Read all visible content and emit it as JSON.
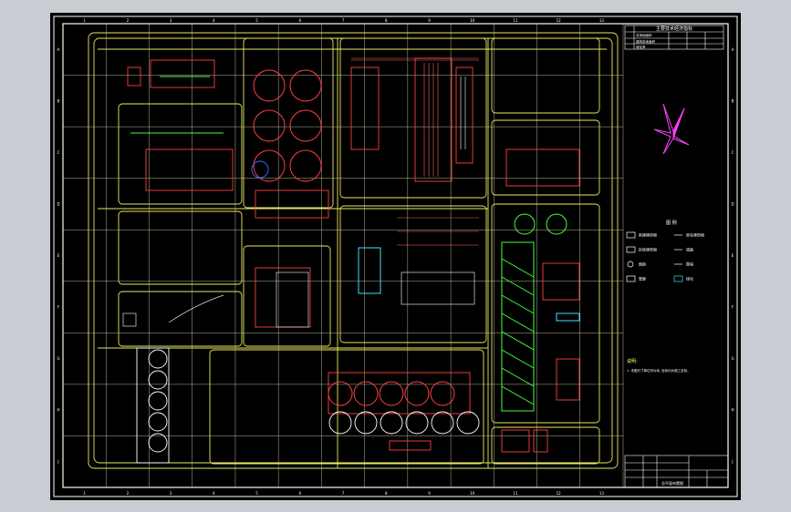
{
  "title_block": {
    "header": "主要技术经济指标",
    "rows": [
      "总用地面积",
      "建筑用地面积",
      "绿化率"
    ],
    "drawing_title": "总平面布置图"
  },
  "legend": {
    "heading": "图 例",
    "items": [
      {
        "label": "新建建筑物",
        "symbol": "box"
      },
      {
        "label": "原有建筑物",
        "symbol": "line"
      },
      {
        "label": "拆除建筑物",
        "symbol": "box"
      },
      {
        "label": "道路",
        "symbol": "line"
      },
      {
        "label": "烟囱",
        "symbol": "circle"
      },
      {
        "label": "围墙",
        "symbol": "line"
      },
      {
        "label": "管廊",
        "symbol": "box"
      },
      {
        "label": "绿化",
        "symbol": "box"
      }
    ]
  },
  "notes": {
    "heading": "说明:",
    "lines": [
      "1. 本图尺寸单位均为米, 坐标均为施工坐标。"
    ]
  },
  "grid": {
    "col_labels": [
      "1",
      "2",
      "3",
      "4",
      "5",
      "6",
      "7",
      "8",
      "9",
      "10",
      "11",
      "12",
      "13"
    ],
    "row_labels": [
      "A",
      "B",
      "C",
      "D",
      "E",
      "F",
      "G",
      "H",
      "J"
    ]
  },
  "colors": {
    "background": "#000000",
    "frame": "#ffffff",
    "grid": "#f2f2c8",
    "road": "#e8e860",
    "building": "#ff4040",
    "pipe": "#ff6060",
    "equipment": "#40ff40",
    "cyan": "#40e0ff",
    "north_arrow": "#ff40ff"
  }
}
